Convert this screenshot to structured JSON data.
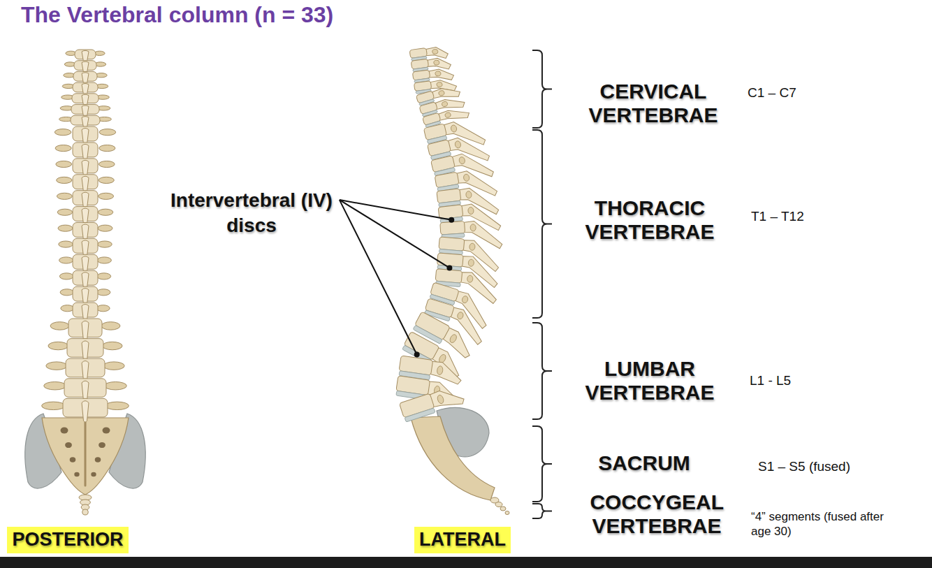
{
  "diagram": {
    "title": "The Vertebral column (n = 33)",
    "nodes": [
      {
        "text": [
          "POSTERIOR"
        ]
      },
      {
        "text": [
          "LATERAL"
        ]
      }
    ],
    "labels": [
      "Intervertebral (IV) discs",
      "CERVICAL VERTEBRAE",
      "C1 – C7",
      "THORACIC VERTEBRAE",
      "T1 – T12",
      "LUMBAR VERTEBRAE",
      "L1 - L5",
      "SACRUM",
      "S1 – S5 (fused)",
      "COCCYGEAL VERTEBRAE",
      "“4” segments (fused after age 30)"
    ]
  }
}
